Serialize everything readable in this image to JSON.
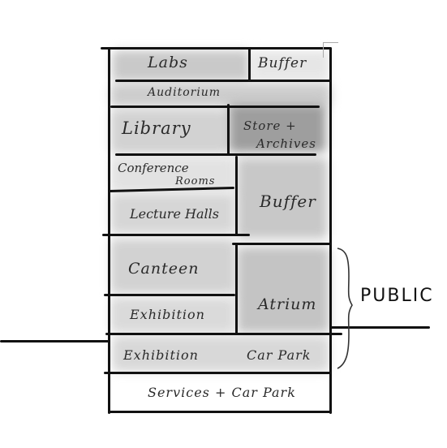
{
  "diagram": {
    "rooms": {
      "labs": "Labs",
      "buffer_top": "Buffer",
      "auditorium": "Auditorium",
      "library": "Library",
      "store_line1": "Store +",
      "store_line2": "Archives",
      "conference_line1": "Conference",
      "conference_line2": "Rooms",
      "lecture_halls": "Lecture Halls",
      "buffer_mid": "Buffer",
      "canteen": "Canteen",
      "atrium": "Atrium",
      "exhibition_upper": "Exhibition",
      "exhibition_lower": "Exhibition",
      "car_park": "Car Park",
      "services": "Services + Car Park"
    },
    "annotation": {
      "public": "PUBLIC"
    }
  }
}
